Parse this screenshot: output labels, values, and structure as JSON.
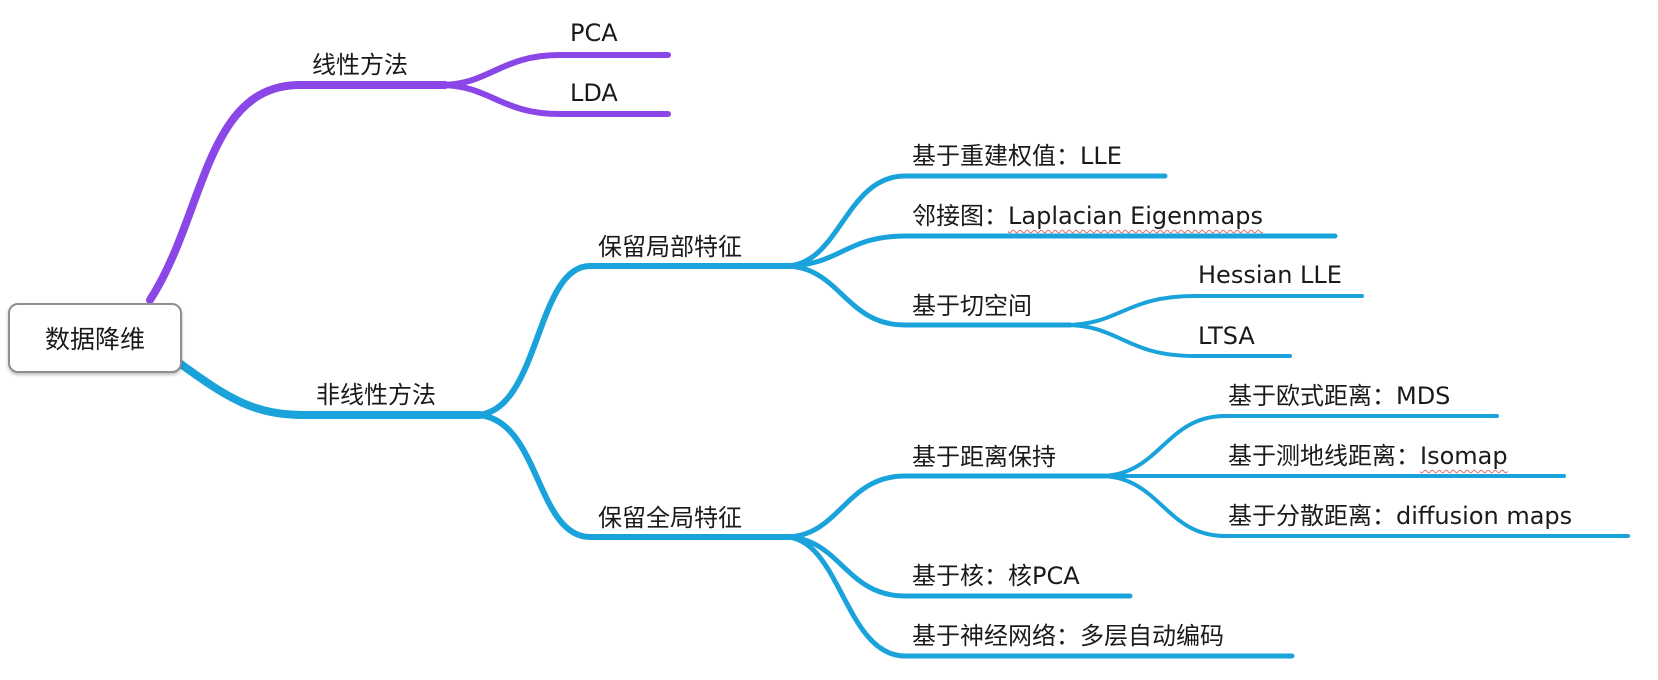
{
  "root": "数据降维",
  "linear": {
    "label": "线性方法",
    "children": [
      "PCA",
      "LDA"
    ]
  },
  "nonlinear": {
    "label": "非线性方法",
    "local": {
      "label": "保留局部特征",
      "lle": "基于重建权值：LLE",
      "laplacian_prefix": "邻接图：",
      "laplacian_term": "Laplacian Eigenmaps",
      "tangent": {
        "label": "基于切空间",
        "children": [
          "Hessian LLE",
          "LTSA"
        ]
      }
    },
    "global": {
      "label": "保留全局特征",
      "distance": {
        "label": "基于距离保持",
        "mds": "基于欧式距离：MDS",
        "isomap_prefix": "基于测地线距离：",
        "isomap_term": "Isomap",
        "diffusion": "基于分散距离：diffusion maps"
      },
      "kernel": "基于核：核PCA",
      "neural": "基于神经网络：多层自动编码"
    }
  },
  "colors": {
    "linear_branch": "#8a46e6",
    "nonlinear_branch": "#1aa3db",
    "root_border": "#8f8f8f",
    "spellcheck_underline": "#e06a6a"
  }
}
